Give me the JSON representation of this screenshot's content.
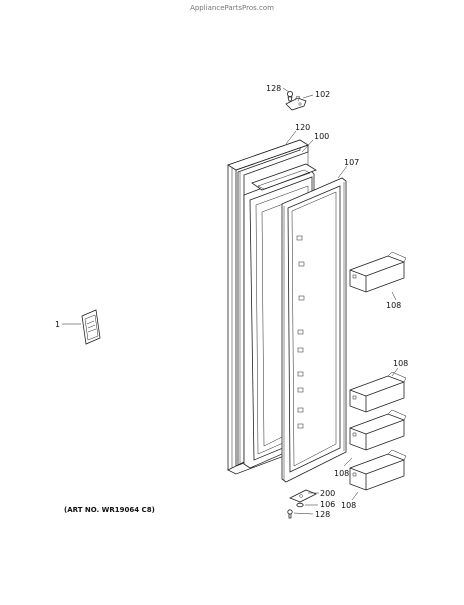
{
  "watermark": "AppliancePartsPros.com",
  "art_number": "(ART NO. WR19064 C8)",
  "callouts": {
    "c128_top": "128",
    "c102": "102",
    "c120": "120",
    "c100": "100",
    "c107": "107",
    "c1": "1",
    "c108_a": "108",
    "c108_b": "108",
    "c108_c": "108",
    "c108_d": "108",
    "c200": "200",
    "c106": "106",
    "c128_bottom": "128"
  }
}
